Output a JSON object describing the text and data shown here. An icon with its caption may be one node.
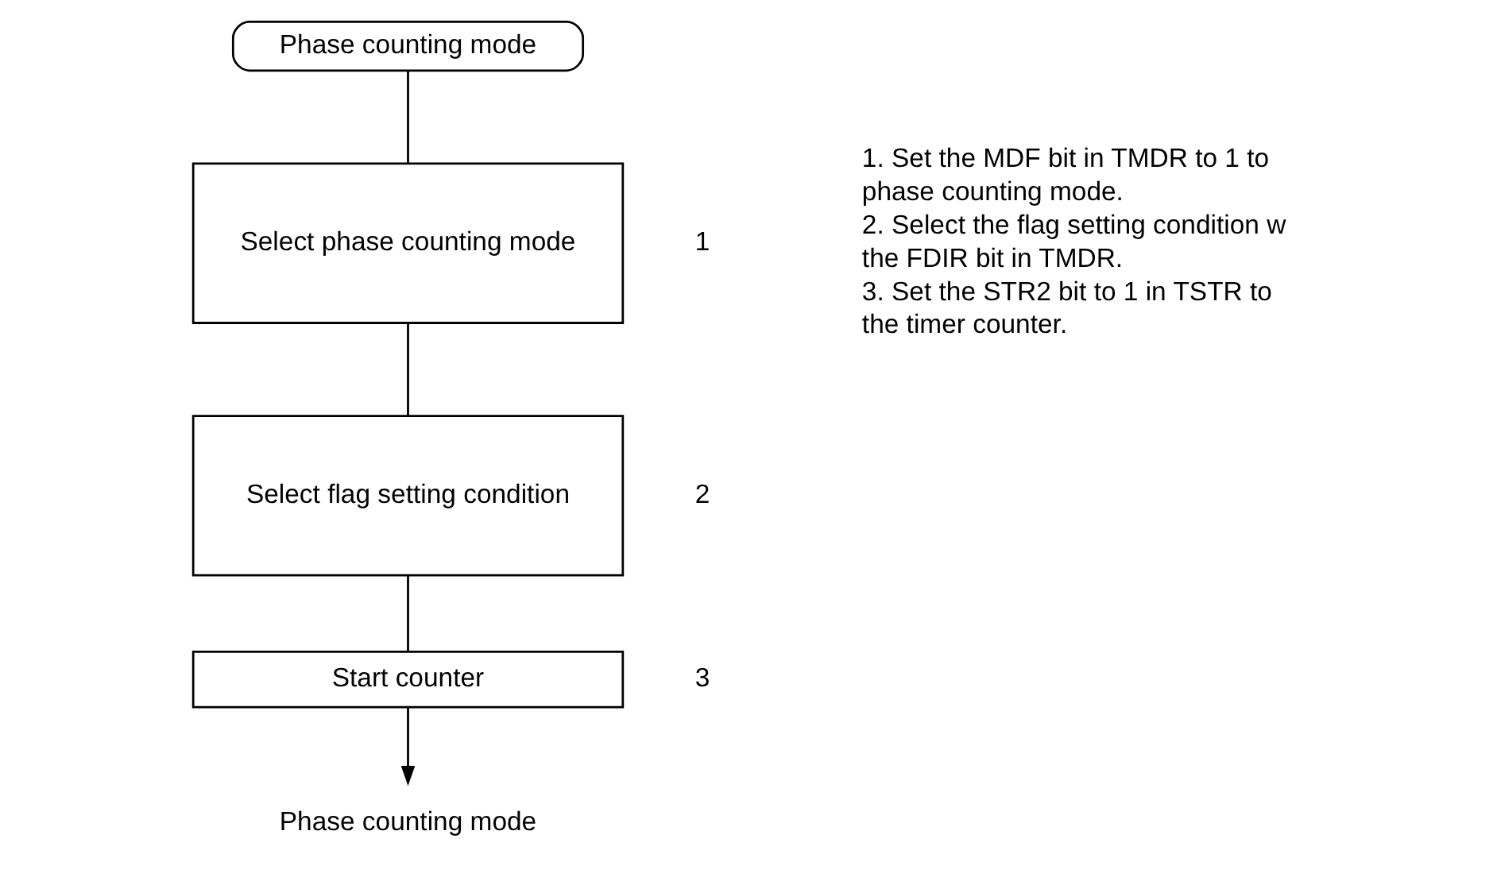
{
  "diagram": {
    "nodes": [
      {
        "text": [
          "Phase counting mode"
        ]
      },
      {
        "text": [
          "Select phase counting mode"
        ],
        "beside": [
          "1"
        ]
      },
      {
        "text": [
          "Select flag setting condition"
        ],
        "beside": [
          "2"
        ]
      },
      {
        "text": [
          "Start counter"
        ],
        "beside": [
          "3"
        ]
      },
      {
        "text": [
          "Phase counting mode"
        ]
      }
    ],
    "edges": [
      {
        "from": 0,
        "to": 1,
        "arrow": "none"
      },
      {
        "from": 1,
        "to": 2,
        "arrow": "none"
      },
      {
        "from": 2,
        "to": 3,
        "arrow": "none"
      },
      {
        "from": 3,
        "to": 4,
        "arrow": "to"
      }
    ],
    "labels": [
      "1. Set the MDF bit in TMDR to 1 to",
      "phase counting mode.",
      "2. Select the flag setting condition w",
      "the FDIR bit in TMDR.",
      "3. Set the STR2 bit to 1 in TSTR to",
      "the timer counter."
    ]
  }
}
